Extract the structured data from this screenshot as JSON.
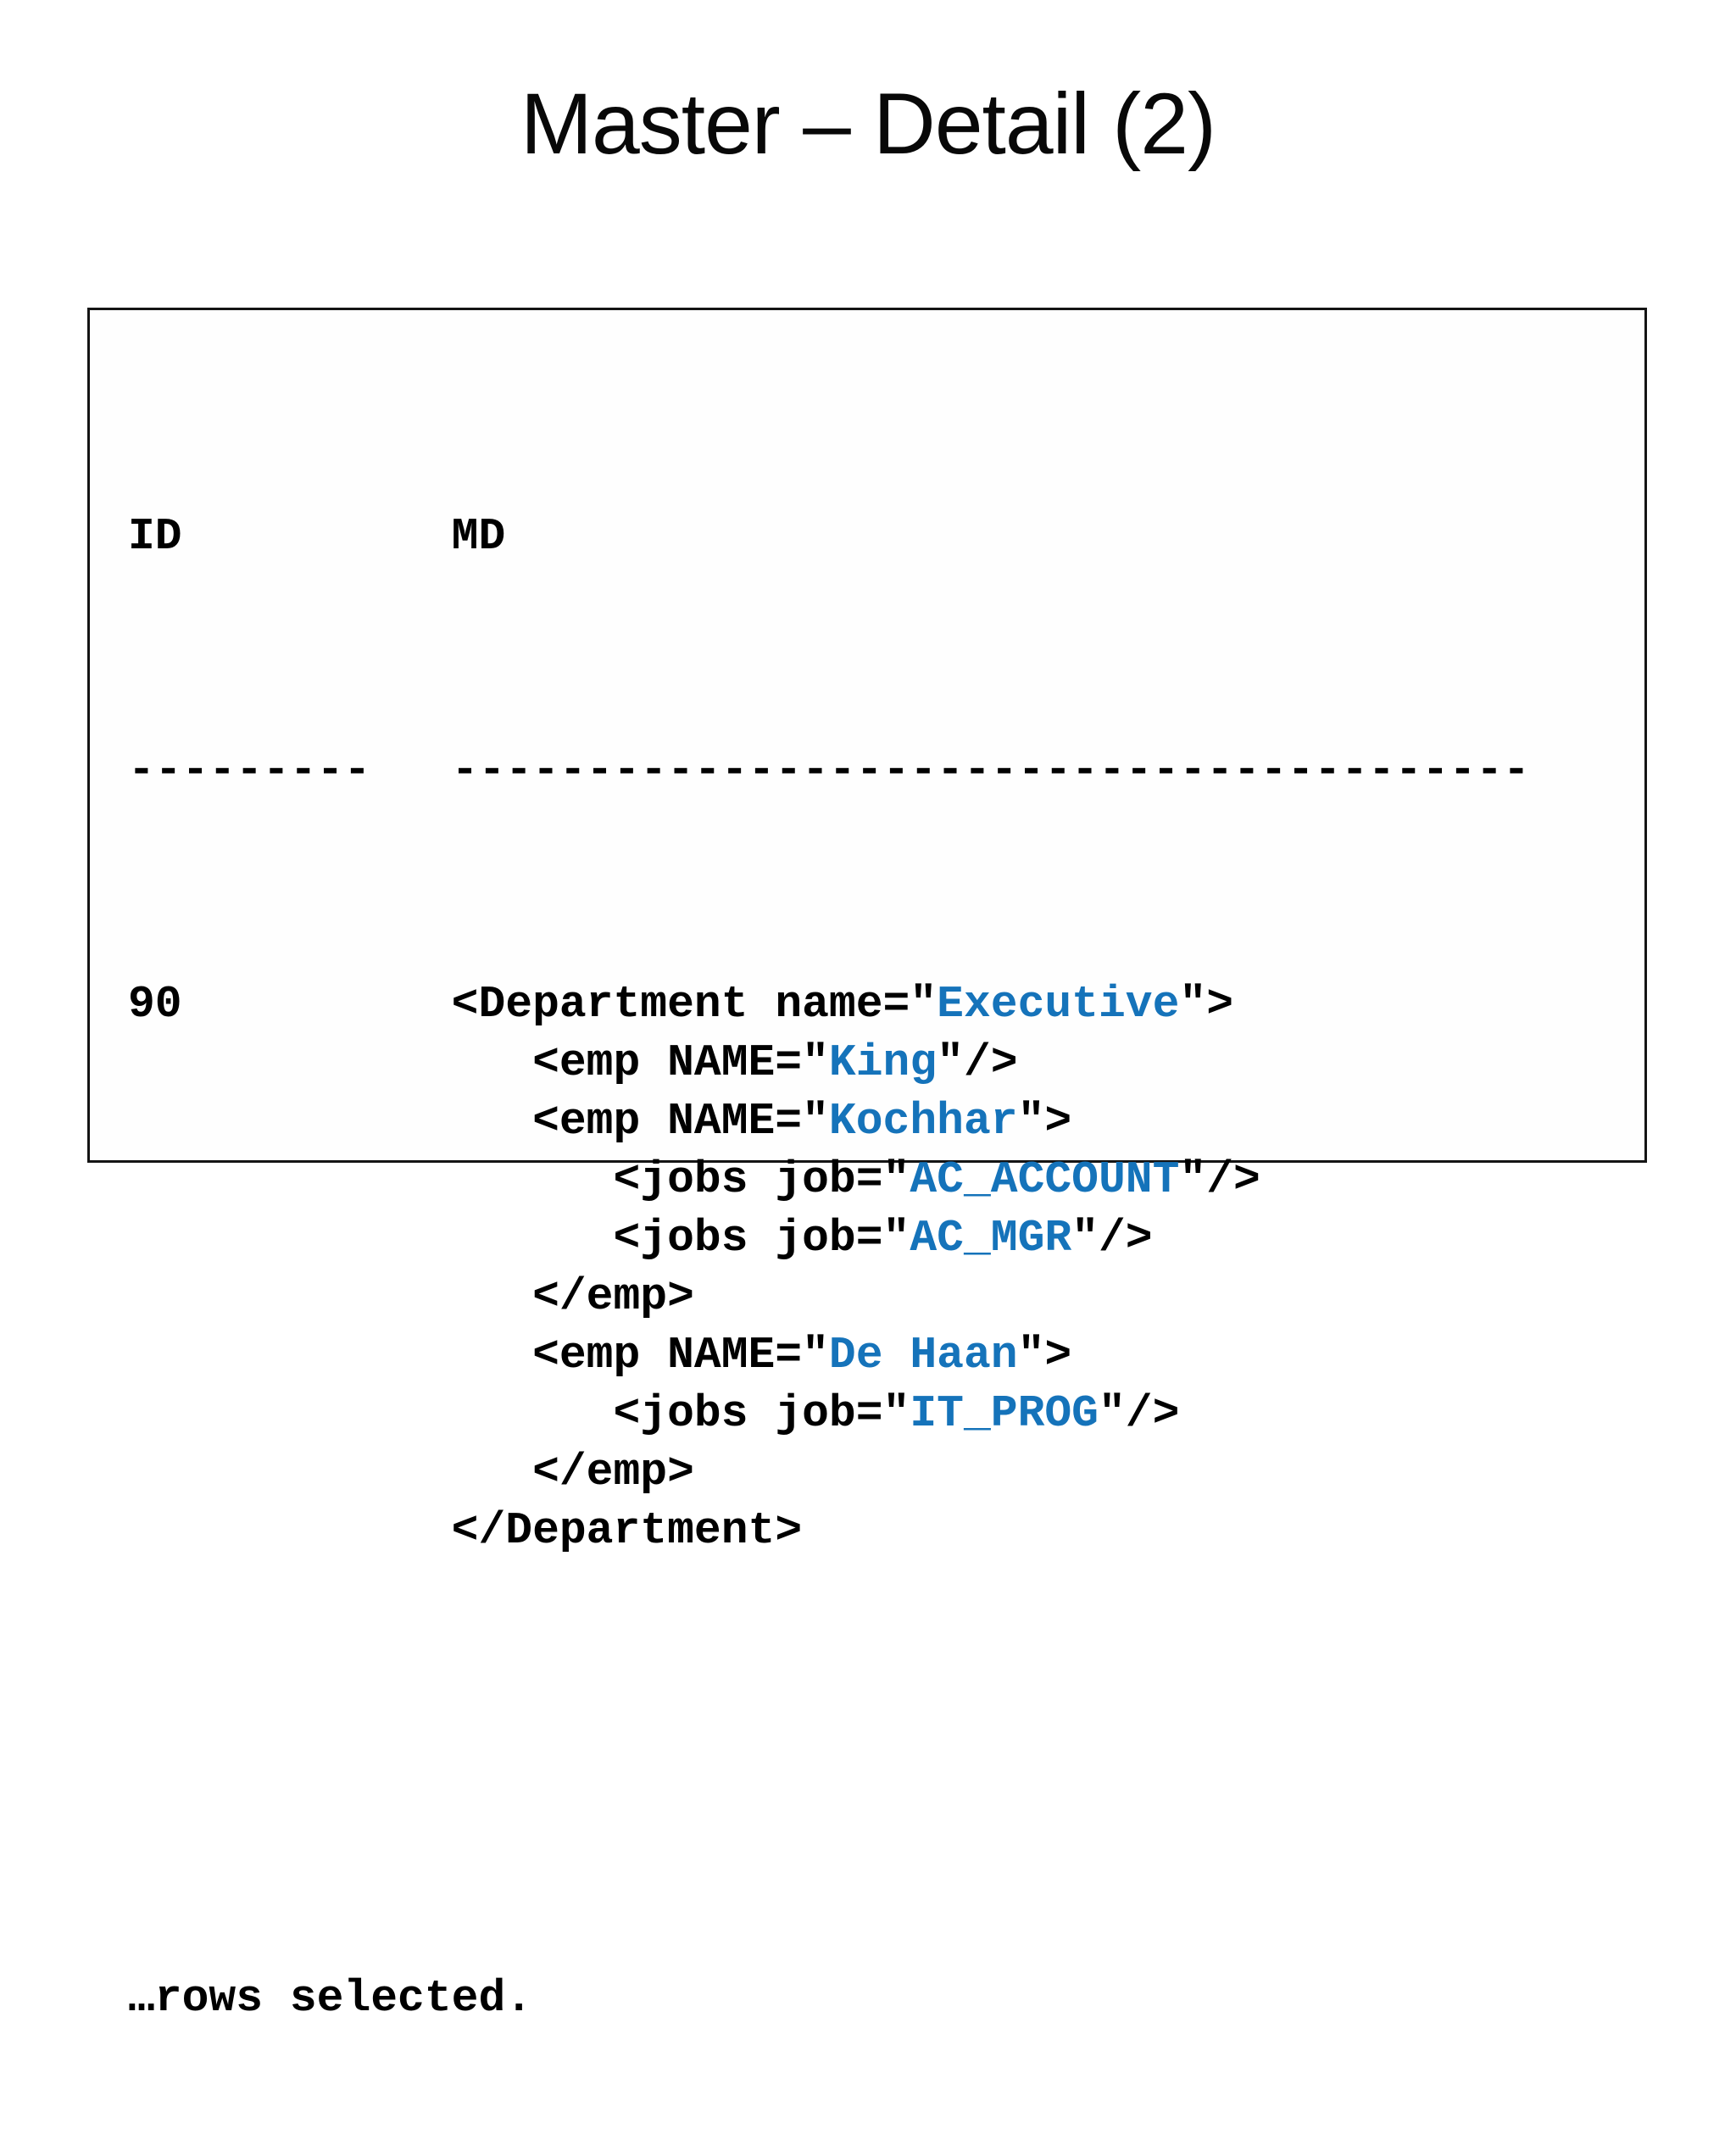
{
  "title": "Master – Detail (2)",
  "colors": {
    "code_text": "#000000",
    "attribute_value": "#1573ba",
    "box_border": "#141414"
  },
  "terminal": {
    "header": {
      "id": "ID",
      "md": "MD"
    },
    "underline": {
      "id": "---------",
      "md": "----------------------------------------"
    },
    "row_id": "90",
    "xml_lines": [
      {
        "indent": 0,
        "segments": [
          {
            "t": "<Department name=\"",
            "c": "code"
          },
          {
            "t": "Executive",
            "c": "attr"
          },
          {
            "t": "\">",
            "c": "code"
          }
        ]
      },
      {
        "indent": 3,
        "segments": [
          {
            "t": "<emp NAME=\"",
            "c": "code"
          },
          {
            "t": "King",
            "c": "attr"
          },
          {
            "t": "\"/>",
            "c": "code"
          }
        ]
      },
      {
        "indent": 3,
        "segments": [
          {
            "t": "<emp NAME=\"",
            "c": "code"
          },
          {
            "t": "Kochhar",
            "c": "attr"
          },
          {
            "t": "\">",
            "c": "code"
          }
        ]
      },
      {
        "indent": 6,
        "segments": [
          {
            "t": "<jobs job=\"",
            "c": "code"
          },
          {
            "t": "AC_ACCOUNT",
            "c": "attr"
          },
          {
            "t": "\"/>",
            "c": "code"
          }
        ]
      },
      {
        "indent": 6,
        "segments": [
          {
            "t": "<jobs job=\"",
            "c": "code"
          },
          {
            "t": "AC_MGR",
            "c": "attr"
          },
          {
            "t": "\"/>",
            "c": "code"
          }
        ]
      },
      {
        "indent": 3,
        "segments": [
          {
            "t": "</emp>",
            "c": "code"
          }
        ]
      },
      {
        "indent": 3,
        "segments": [
          {
            "t": "<emp NAME=\"",
            "c": "code"
          },
          {
            "t": "De Haan",
            "c": "attr"
          },
          {
            "t": "\">",
            "c": "code"
          }
        ]
      },
      {
        "indent": 6,
        "segments": [
          {
            "t": "<jobs job=\"",
            "c": "code"
          },
          {
            "t": "IT_PROG",
            "c": "attr"
          },
          {
            "t": "\"/>",
            "c": "code"
          }
        ]
      },
      {
        "indent": 3,
        "segments": [
          {
            "t": "</emp>",
            "c": "code"
          }
        ]
      },
      {
        "indent": 0,
        "segments": [
          {
            "t": "</Department>",
            "c": "code"
          }
        ]
      }
    ],
    "footer": "…rows selected."
  }
}
